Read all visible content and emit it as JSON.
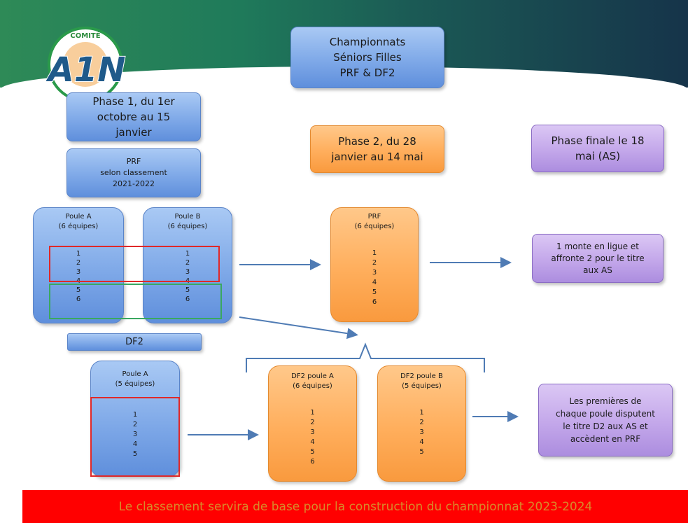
{
  "logo": {
    "top_text": "COMITÉ",
    "main_text": "A1N"
  },
  "title": {
    "line1": "Championnats",
    "line2": "Séniors Filles",
    "line3": "PRF & DF2"
  },
  "phase1": {
    "line1": "Phase 1, du 1er",
    "line2": "octobre au 15",
    "line3": "janvier"
  },
  "prf_selon": {
    "line1": "PRF",
    "line2": "selon classement",
    "line3": "2021-2022"
  },
  "phase2": {
    "line1": "Phase 2, du 28",
    "line2": "janvier au 14 mai"
  },
  "phase_finale": {
    "line1": "Phase finale le 18",
    "line2": "mai (AS)"
  },
  "poule_a1": {
    "title": "Poule A",
    "sub": "(6 équipes)",
    "ranks": [
      "1",
      "2",
      "3",
      "4",
      "5",
      "6"
    ]
  },
  "poule_b1": {
    "title": "Poule B",
    "sub": "(6 équipes)",
    "ranks": [
      "1",
      "2",
      "3",
      "4",
      "5",
      "6"
    ]
  },
  "prf2": {
    "title": "PRF",
    "sub": "(6 équipes)",
    "ranks": [
      "1",
      "2",
      "3",
      "4",
      "5",
      "6"
    ]
  },
  "result_prf": {
    "line1": "1 monte en ligue et",
    "line2": "affronte 2 pour le titre",
    "line3": "aux AS"
  },
  "df2_label": "DF2",
  "poule_a2": {
    "title": "Poule A",
    "sub": "(5 équipes)",
    "ranks": [
      "1",
      "2",
      "3",
      "4",
      "5"
    ]
  },
  "df2_a": {
    "title": "DF2 poule A",
    "sub": "(6 équipes)",
    "ranks": [
      "1",
      "2",
      "3",
      "4",
      "5",
      "6"
    ]
  },
  "df2_b": {
    "title": "DF2 poule B",
    "sub": "(5 équipes)",
    "ranks": [
      "1",
      "2",
      "3",
      "4",
      "5"
    ]
  },
  "result_df2": {
    "line1": "Les premières de",
    "line2": "chaque poule disputent",
    "line3": "le titre D2 aux AS et",
    "line4": "accèdent en PRF"
  },
  "footer": "Le classement servira de base pour la construction du championnat 2023-2024",
  "colors": {
    "blue": "#7fa9e8",
    "orange": "#ffae5c",
    "purple": "#c3a7ea",
    "red": "#ff0000",
    "green": "#3aa860"
  }
}
